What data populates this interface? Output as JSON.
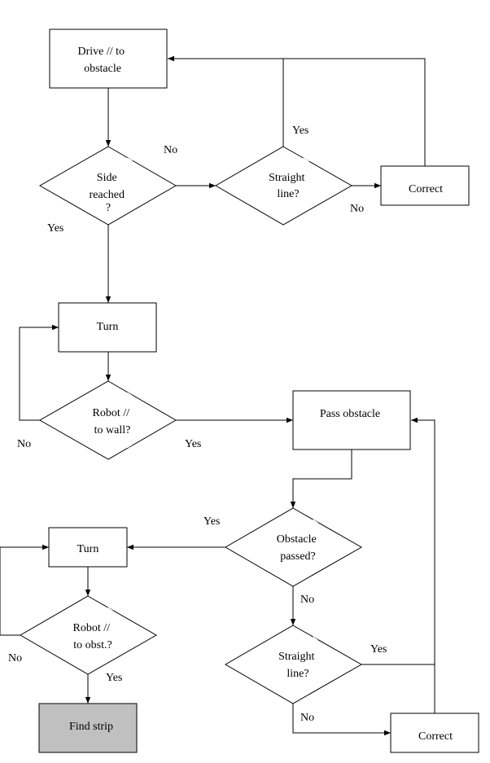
{
  "nodes": {
    "drive_to_obstacle": {
      "lines": [
        "Drive // to",
        "obstacle"
      ]
    },
    "side_reached": {
      "lines": [
        "Side",
        "reached",
        "?"
      ]
    },
    "straight_line_1": {
      "lines": [
        "Straight",
        "line?"
      ]
    },
    "correct_1": {
      "lines": [
        "Correct"
      ]
    },
    "turn_1": {
      "lines": [
        "Turn"
      ]
    },
    "robot_parallel_wall": {
      "lines": [
        "Robot //",
        "to wall?"
      ]
    },
    "pass_obstacle": {
      "lines": [
        "Pass obstacle"
      ]
    },
    "obstacle_passed": {
      "lines": [
        "Obstacle",
        "passed?"
      ]
    },
    "turn_2": {
      "lines": [
        "Turn"
      ]
    },
    "robot_parallel_obst": {
      "lines": [
        "Robot //",
        "to obst.?"
      ]
    },
    "straight_line_2": {
      "lines": [
        "Straight",
        "line?"
      ]
    },
    "find_strip": {
      "lines": [
        "Find strip"
      ]
    },
    "correct_2": {
      "lines": [
        "Correct"
      ]
    }
  },
  "edge_labels": {
    "side_reached_no": "No",
    "side_reached_yes": "Yes",
    "straight1_yes": "Yes",
    "straight1_no": "No",
    "wall_no": "No",
    "wall_yes": "Yes",
    "obstacle_passed_yes": "Yes",
    "obstacle_passed_no": "No",
    "obst_no": "No",
    "obst_yes": "Yes",
    "straight2_yes": "Yes",
    "straight2_no": "No"
  },
  "colors": {
    "line": "#000000",
    "box_fill": "#ffffff",
    "terminal_fill": "#c0c0c0"
  }
}
